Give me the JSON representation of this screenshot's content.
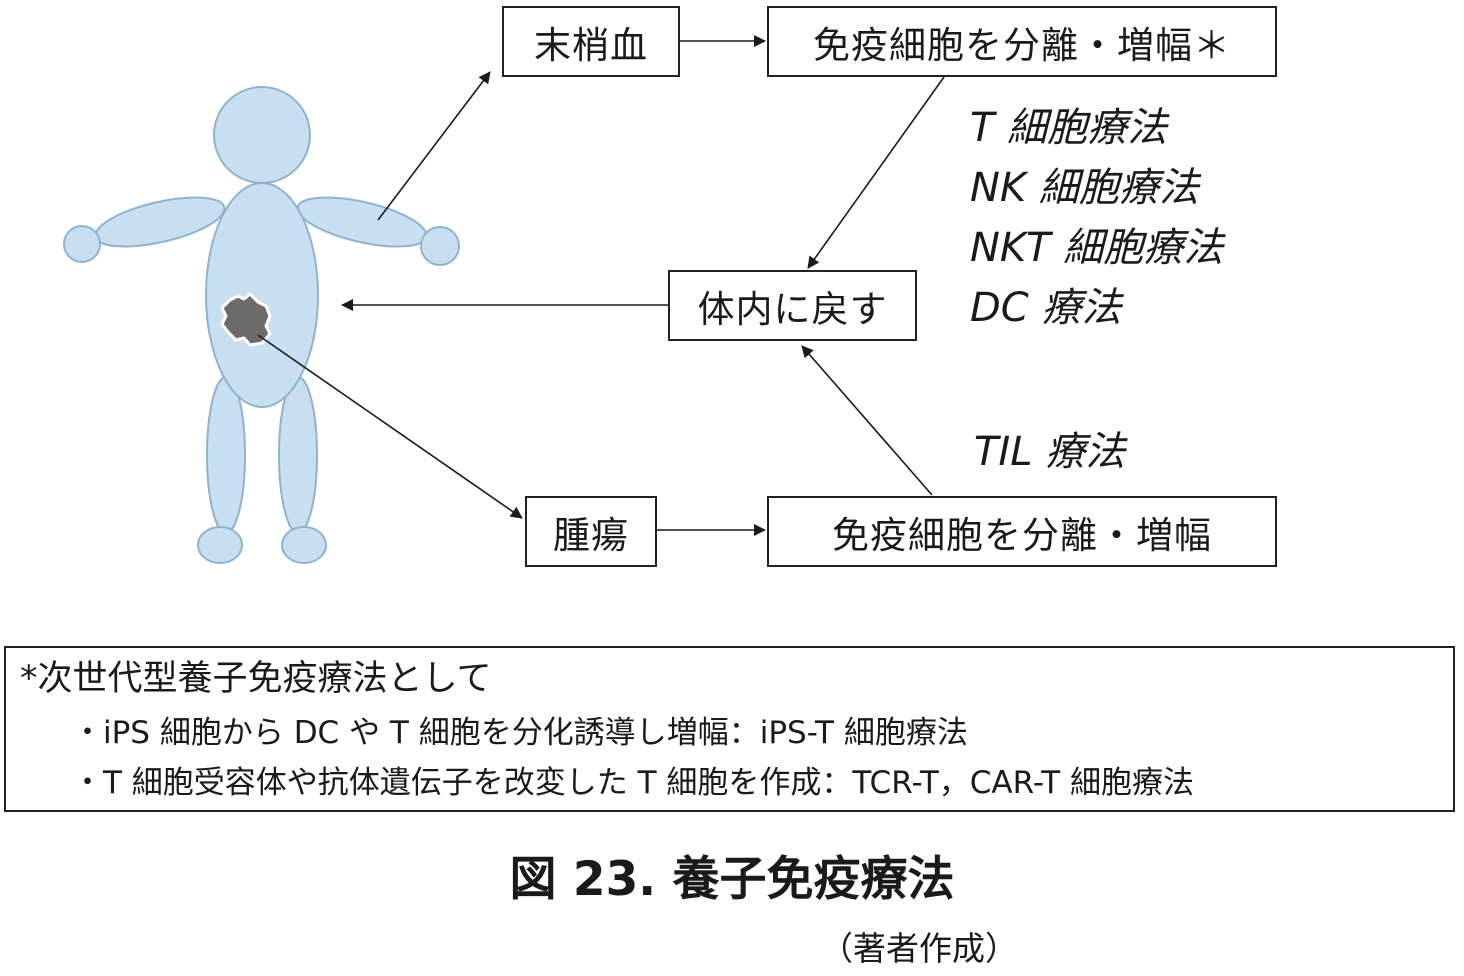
{
  "boxes": {
    "peripheral_blood": "末梢血",
    "isolate_expand_star": "免疫細胞を分離・増幅＊",
    "return_body": "体内に戻す",
    "tumor": "腫瘍",
    "isolate_expand": "免疫細胞を分離・増幅"
  },
  "therapies": {
    "t_cell": "T 細胞療法",
    "nk_cell": "NK 細胞療法",
    "nkt_cell": "NKT 細胞療法",
    "dc": "DC 療法",
    "til": "TIL 療法"
  },
  "note": {
    "title": "*次世代型養子免疫療法として",
    "item1": "・iPS 細胞から DC や T 細胞を分化誘導し増幅：iPS-T 細胞療法",
    "item2": "・T 細胞受容体や抗体遺伝子を改変した T 細胞を作成：TCR-T，CAR-T 細胞療法"
  },
  "caption": "図 23.  養子免疫療法",
  "source": "（著者作成）",
  "colors": {
    "body_fill": "#c7dff0",
    "body_stroke": "#8fb3cf",
    "tumor_fill": "#6b6b6b",
    "line": "#1a1a1a"
  }
}
